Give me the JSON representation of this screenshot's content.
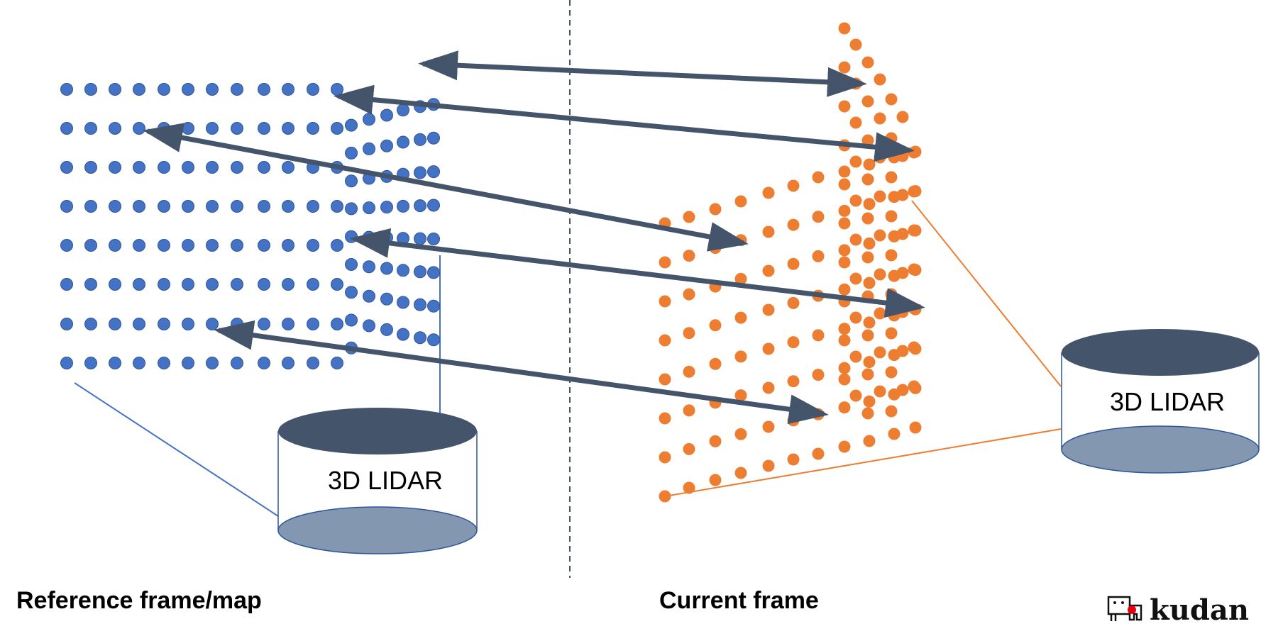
{
  "reference": {
    "caption": "Reference frame/map",
    "lidar_label": "3D LIDAR",
    "point_color": "#4472C4",
    "point_stroke": "#2F5597"
  },
  "current": {
    "caption": "Current frame",
    "lidar_label": "3D LIDAR",
    "point_color": "#ED7D31"
  },
  "colors": {
    "arrow": "#44546A",
    "lidar_top": "#44546A",
    "lidar_bottom": "#8497B0",
    "divider": "#44546A",
    "ref_line": "#4472C4",
    "cur_line": "#ED7D31"
  },
  "logo": {
    "text": "kudan",
    "icon": "elephant-icon"
  },
  "correspondences": 5
}
